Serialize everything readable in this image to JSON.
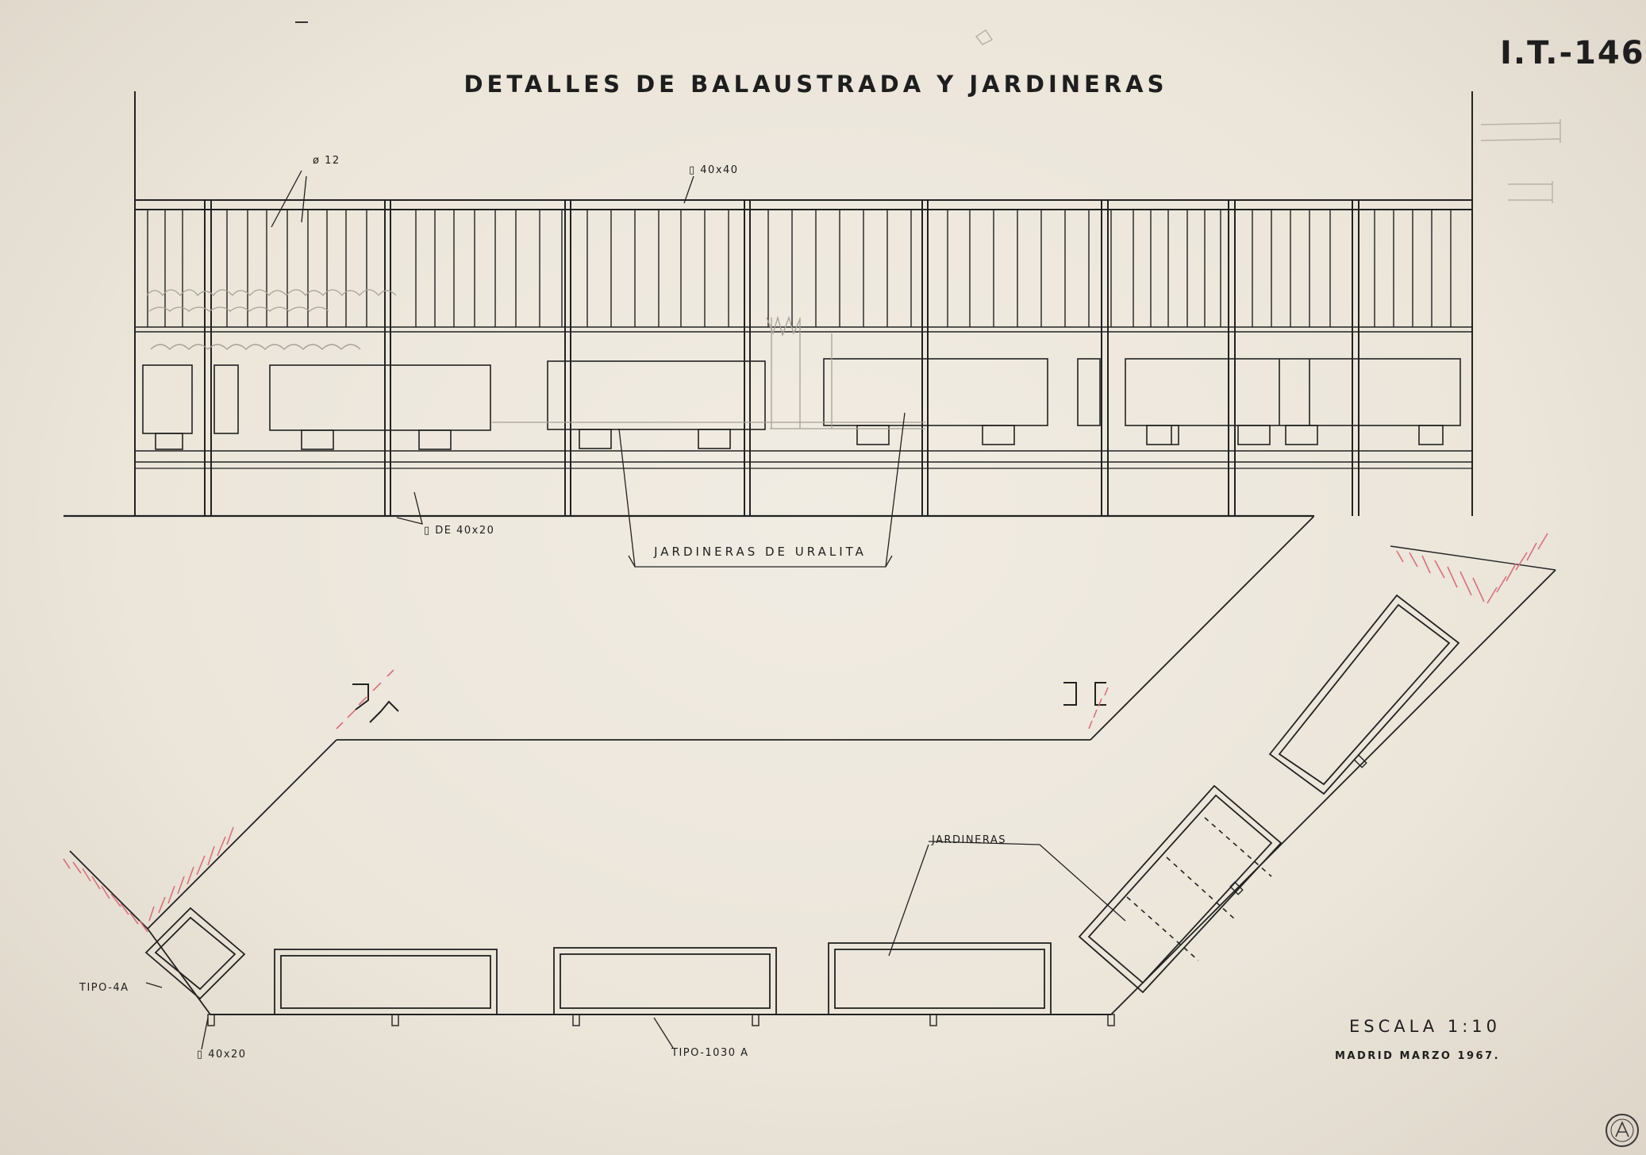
{
  "sheet": {
    "title": "DETALLES DE BALAUSTRADA Y JARDINERAS",
    "reference": "I.T.-146",
    "scale": "ESCALA 1:10",
    "date": "MADRID MARZO 1967."
  },
  "elevation": {
    "bar_label": "ø 12",
    "top_rail_label": "▯ 40x40",
    "post_label": "▯ DE 40x20",
    "planter_label": "JARDINERAS DE URALITA"
  },
  "plan": {
    "planter_label": "JARDINERAS",
    "corner_type_label": "TIPO-4A",
    "straight_type_label": "TIPO-1030 A",
    "support_label": "▯ 40x20"
  },
  "colors": {
    "paper": "#ebe5da",
    "ink": "#1e1e1e",
    "red_hatch": "#d9707a"
  },
  "icons": {
    "stamp": "circular-institution-stamp-icon"
  }
}
